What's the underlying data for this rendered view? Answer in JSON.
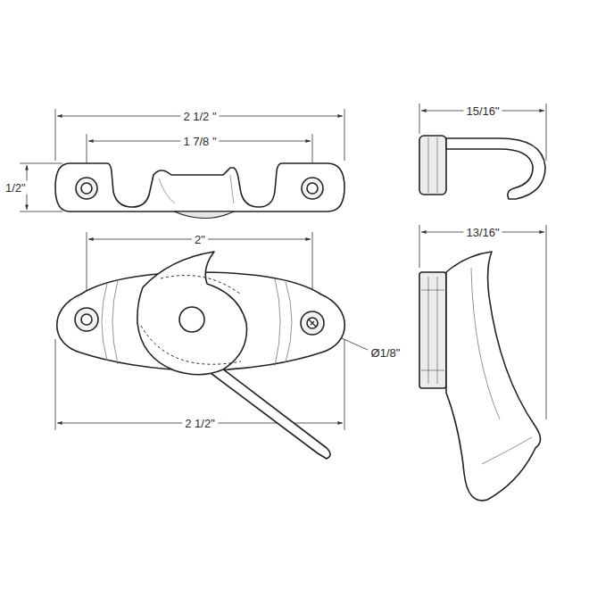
{
  "diagram": {
    "labels": [
      "2 1/2 \"",
      "1 7/8 \"",
      "1/2\"",
      "15/16\"",
      "2\"",
      "Ø1/8\"",
      "2 1/2\"",
      "13/16\""
    ]
  }
}
